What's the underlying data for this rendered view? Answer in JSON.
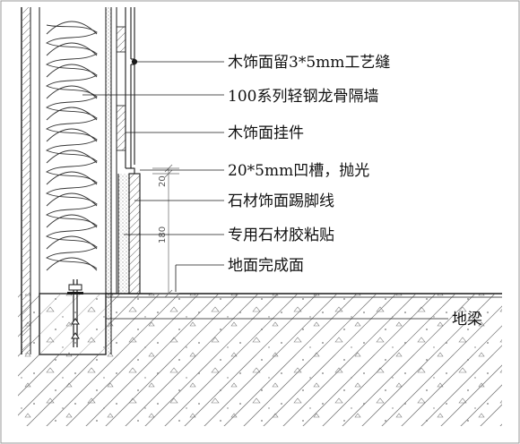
{
  "labels": {
    "joint": "木饰面留3*5mm工艺缝",
    "partition": "100系列轻钢龙骨隔墙",
    "hanger": "木饰面挂件",
    "groove": "20*5mm凹槽，抛光",
    "skirting": "石材饰面踢脚线",
    "adhesive": "专用石材胶粘贴",
    "finish_floor": "地面完成面",
    "ground_beam": "地梁"
  },
  "dimensions": {
    "groove_height": "20",
    "skirting_height": "180"
  },
  "colors": {
    "line": "#1a1a1a",
    "hatch": "#555555",
    "dim_line": "#666666"
  }
}
